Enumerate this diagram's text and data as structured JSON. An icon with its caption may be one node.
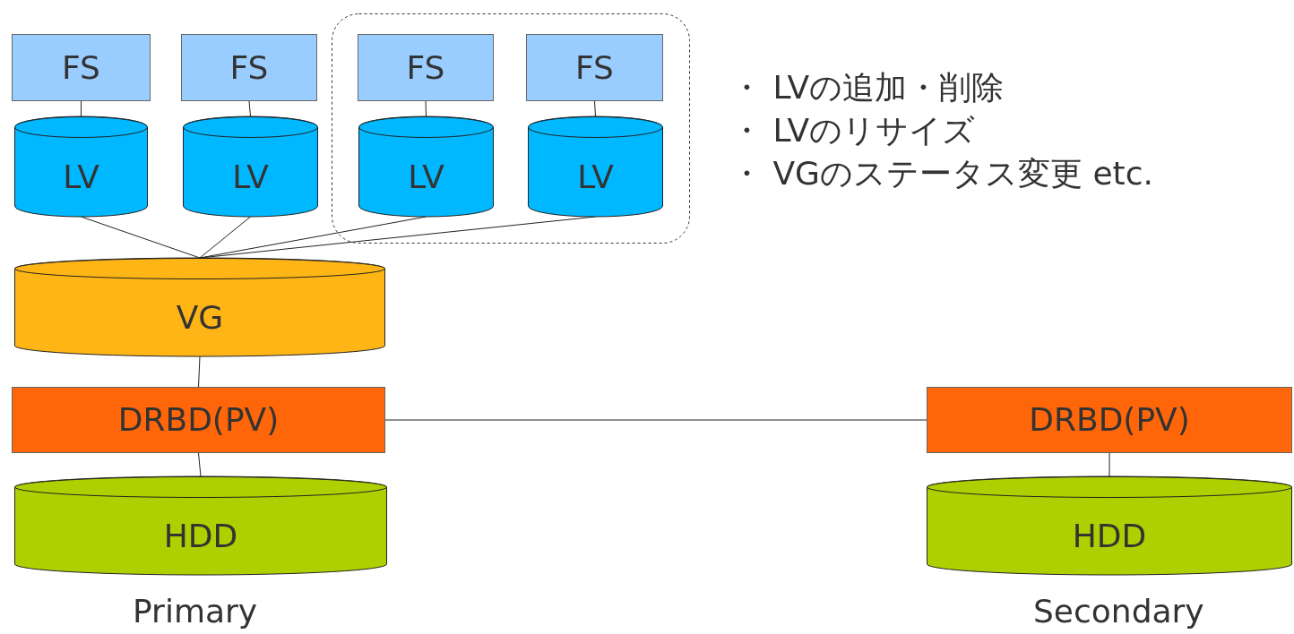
{
  "diagram": {
    "nodes": [
      {
        "text": [
          "FS"
        ]
      },
      {
        "text": [
          "FS"
        ]
      },
      {
        "text": [],
        "shape": "box"
      },
      {
        "text": [
          "FS"
        ],
        "in": 2
      },
      {
        "text": [
          "FS"
        ],
        "in": 2
      },
      {
        "text": [
          "LV"
        ]
      },
      {
        "text": [
          "LV"
        ]
      },
      {
        "text": [
          "LV"
        ],
        "in": 2
      },
      {
        "text": [
          "LV"
        ],
        "in": 2
      },
      {
        "text": [
          "VG"
        ]
      },
      {
        "text": [
          "DRBD(PV)"
        ]
      },
      {
        "text": [
          "HDD"
        ]
      },
      {
        "text": [
          "DRBD(PV)"
        ]
      },
      {
        "text": [
          "HDD"
        ]
      }
    ],
    "edges": [
      {
        "from": 0,
        "to": 5,
        "arrow": "none"
      },
      {
        "from": 1,
        "to": 6,
        "arrow": "none"
      },
      {
        "from": 3,
        "to": 7,
        "arrow": "none"
      },
      {
        "from": 4,
        "to": 8,
        "arrow": "none"
      },
      {
        "from": 5,
        "to": 9,
        "arrow": "none"
      },
      {
        "from": 6,
        "to": 9,
        "arrow": "none"
      },
      {
        "from": 7,
        "to": 9,
        "arrow": "none"
      },
      {
        "from": 8,
        "to": 9,
        "arrow": "none"
      },
      {
        "from": 9,
        "to": 10,
        "arrow": "none"
      },
      {
        "from": 10,
        "to": 11,
        "arrow": "none"
      },
      {
        "from": 10,
        "to": 12,
        "arrow": "none"
      },
      {
        "from": 12,
        "to": 13,
        "arrow": "none"
      }
    ],
    "labels": [
      "・ LVの追加・削除",
      "・ LVのリサイズ",
      "・ VGのステータス変更 etc.",
      "Primary",
      "Secondary"
    ]
  }
}
